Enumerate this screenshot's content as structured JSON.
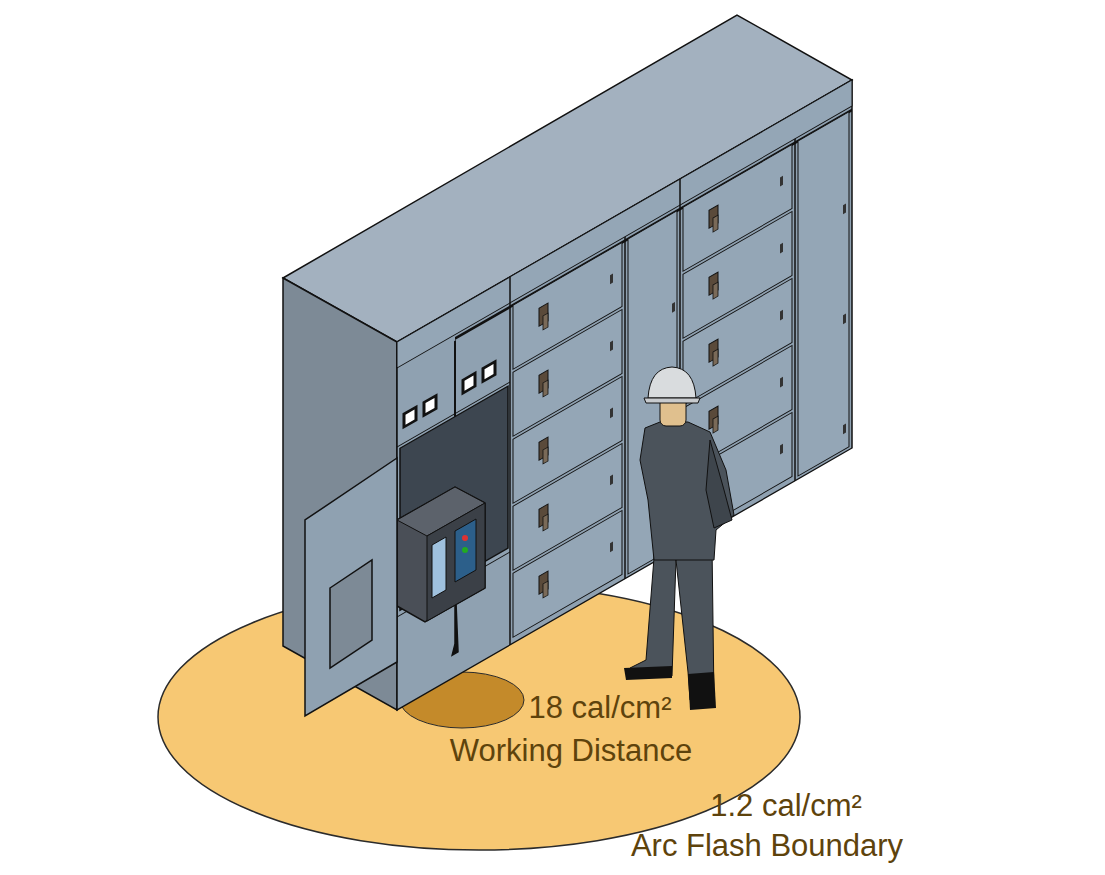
{
  "diagram": {
    "labels": [
      "18 cal/cm²",
      "Working Distance",
      "1.2 cal/cm²",
      "Arc Flash Boundary"
    ]
  }
}
